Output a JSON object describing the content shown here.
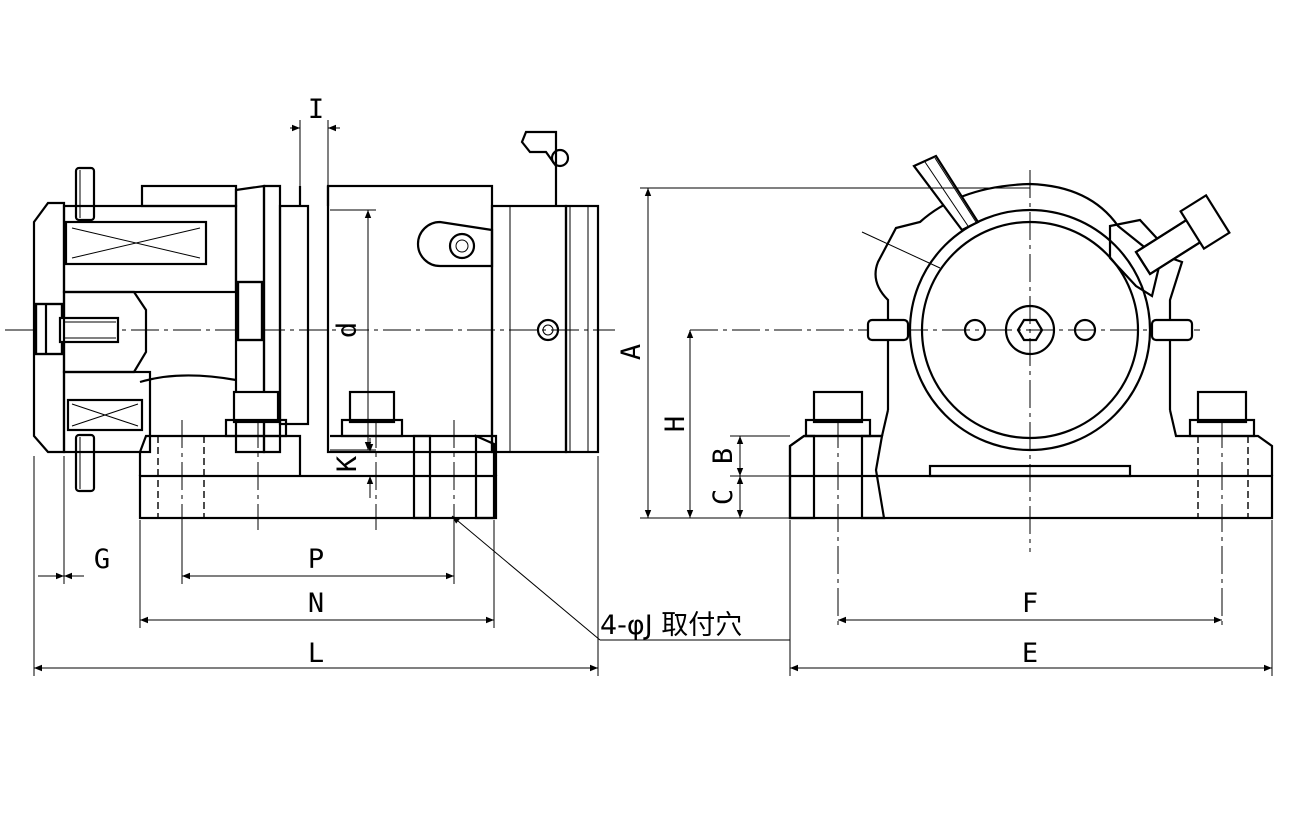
{
  "labels": {
    "A": "A",
    "B": "B",
    "C": "C",
    "d": "d",
    "E": "E",
    "F": "F",
    "G": "G",
    "H": "H",
    "I": "I",
    "K": "K",
    "L": "L",
    "N": "N",
    "P": "P",
    "mounting_holes": "4-φJ 取付穴"
  },
  "colors": {
    "line": "#000000",
    "background": "#ffffff"
  }
}
